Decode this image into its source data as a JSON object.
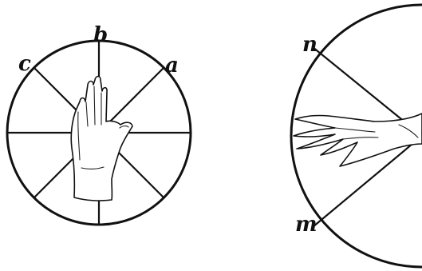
{
  "diagram": {
    "left_figure": {
      "labels": {
        "a": "a",
        "b": "b",
        "c": "c"
      }
    },
    "right_figure": {
      "labels": {
        "n": "n",
        "m": "m"
      }
    }
  }
}
